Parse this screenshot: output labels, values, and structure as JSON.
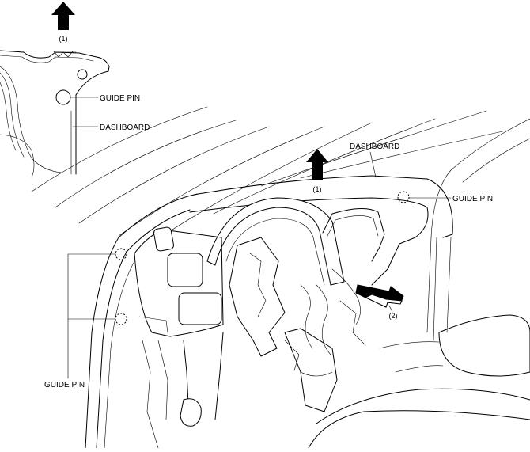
{
  "inset": {
    "arrow_label": "(1)",
    "guide_pin_label": "GUIDE PIN",
    "dashboard_label": "DASHBOARD"
  },
  "main": {
    "dashboard_label": "DASHBOARD",
    "arrow1_label": "(1)",
    "arrow2_label": "(2)",
    "guide_pin_right_label": "GUIDE PIN",
    "guide_pin_left_label": "GUIDE PIN"
  },
  "colors": {
    "line": "#000000",
    "background": "#ffffff"
  }
}
